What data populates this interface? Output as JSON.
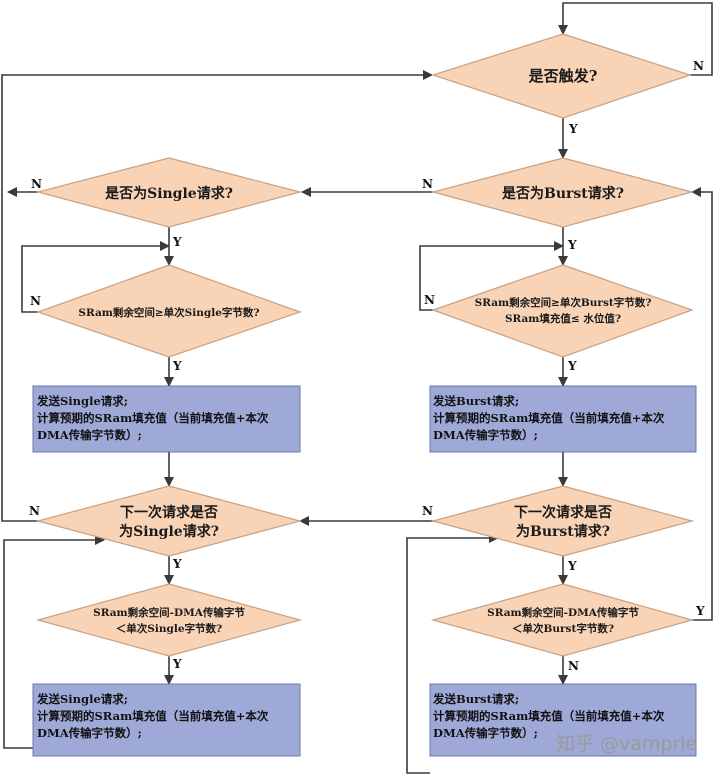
{
  "nodes": {
    "triggered": {
      "line1": "是否触发?"
    },
    "is_single": {
      "line1": "是否为Single请求?"
    },
    "is_burst": {
      "line1": "是否为Burst请求?"
    },
    "single_space_check": {
      "line1": "SRam剩余空间≥单次Single字节数?"
    },
    "burst_space_check": {
      "line1": "SRam剩余空间≥单次Burst字节数?",
      "line2": "SRam填充值≤ 水位值?"
    },
    "send_single_1": {
      "line1": "发送Single请求;",
      "line2": "计算预期的SRam填充值（当前填充值+本次",
      "line3": "DMA传输字节数）;"
    },
    "send_burst_1": {
      "line1": "发送Burst请求;",
      "line2": "计算预期的SRam填充值（当前填充值+本次",
      "line3": "DMA传输字节数）;"
    },
    "next_single": {
      "line1": "下一次请求是否",
      "line2": "为Single请求?"
    },
    "next_burst": {
      "line1": "下一次请求是否",
      "line2": "为Burst请求?"
    },
    "single_dma_check": {
      "line1": "SRam剩余空间-DMA传输字节",
      "line2": "＜单次Single字节数?"
    },
    "burst_dma_check": {
      "line1": "SRam剩余空间-DMA传输字节",
      "line2": "＜单次Burst字节数?"
    },
    "send_single_2": {
      "line1": "发送Single请求;",
      "line2": "计算预期的SRam填充值（当前填充值+本次",
      "line3": "DMA传输字节数）;"
    },
    "send_burst_2": {
      "line1": "发送Burst请求;",
      "line2": "计算预期的SRam填充值（当前填充值+本次",
      "line3": "DMA传输字节数）;"
    }
  },
  "labels": {
    "yes": "Y",
    "no": "N"
  },
  "watermark": "知乎 @vamprie",
  "colors": {
    "diamond_fill": "#f9d3b6",
    "diamond_stroke": "#c9a182",
    "box_fill": "#9ea9d8",
    "box_stroke": "#6b77ad",
    "line": "#3a3a3a"
  }
}
